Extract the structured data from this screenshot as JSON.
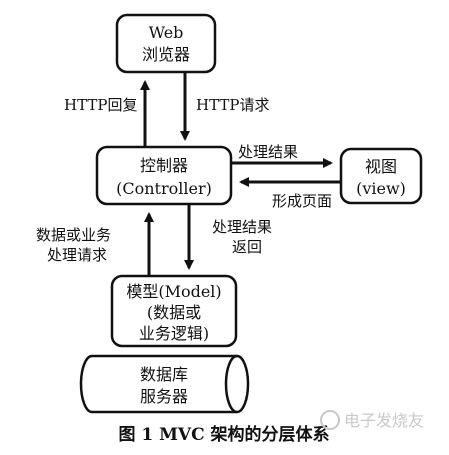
{
  "nodes": {
    "browser": {
      "line1": "Web",
      "line2": "浏览器"
    },
    "controller": {
      "line1": "控制器",
      "line2": "(Controller)"
    },
    "view": {
      "line1": "视图",
      "line2": "(view)"
    },
    "model": {
      "line1": "模型(Model)",
      "line2": "(数据或",
      "line3": "业务逻辑)"
    },
    "database": {
      "line1": "数据库",
      "line2": "服务器"
    }
  },
  "edges": {
    "http_reply": "HTTP回复",
    "http_request": "HTTP请求",
    "process_result_to_view": "处理结果",
    "form_page": "形成页面",
    "process_result_return_line1": "处理结果",
    "process_result_return_line2": "返回",
    "data_or_business_line1": "数据或业务",
    "data_or_business_line2": "处理请求"
  },
  "caption": "图 1   MVC 架构的分层体系",
  "watermark": "电子发烧友"
}
